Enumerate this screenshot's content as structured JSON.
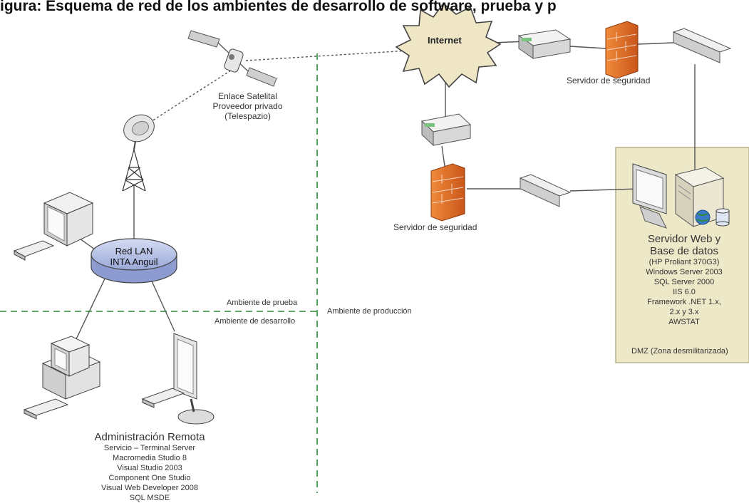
{
  "header": {
    "text": "igura: Esquema de red de los ambientes de desarrollo de software, prueba y p"
  },
  "satellite": {
    "lines": [
      "Enlace Satelital",
      "Proveedor privado",
      "(Telespazio)"
    ]
  },
  "internet": {
    "label": "Internet"
  },
  "security_top": {
    "label": "Servidor de seguridad"
  },
  "security_mid": {
    "label": "Servidor de seguridad"
  },
  "lan": {
    "line1": "Red LAN",
    "line2": "INTA Anguil"
  },
  "zones": {
    "prueba": "Ambiente de prueba",
    "desarrollo": "Ambiente de desarrollo",
    "produccion": "Ambiente de producción"
  },
  "server": {
    "title1": "Servidor Web y",
    "title2": "Base de datos",
    "details": [
      "(HP Proliant 370G3)",
      "Windows Server 2003",
      "SQL Server 2000",
      "IIS 6.0",
      "Framework .NET 1.x,",
      "2.x y 3.x",
      "AWSTAT"
    ],
    "dmz": "DMZ (Zona desmilitarizada)"
  },
  "remote_admin": {
    "title": "Administración Remota",
    "items": [
      "Servicio – Terminal Server",
      "Macromedia Studio 8",
      "Visual Studio 2003",
      "Component One Studio",
      "Visual Web Developer 2008",
      "SQL MSDE"
    ]
  },
  "colors": {
    "zone_line": "#2e8b3a",
    "firewall": "#e06a1a",
    "dmz_fill": "#ece8c8",
    "dmz_border": "#b8b08a",
    "lan_fill": "#b7c3e6"
  }
}
